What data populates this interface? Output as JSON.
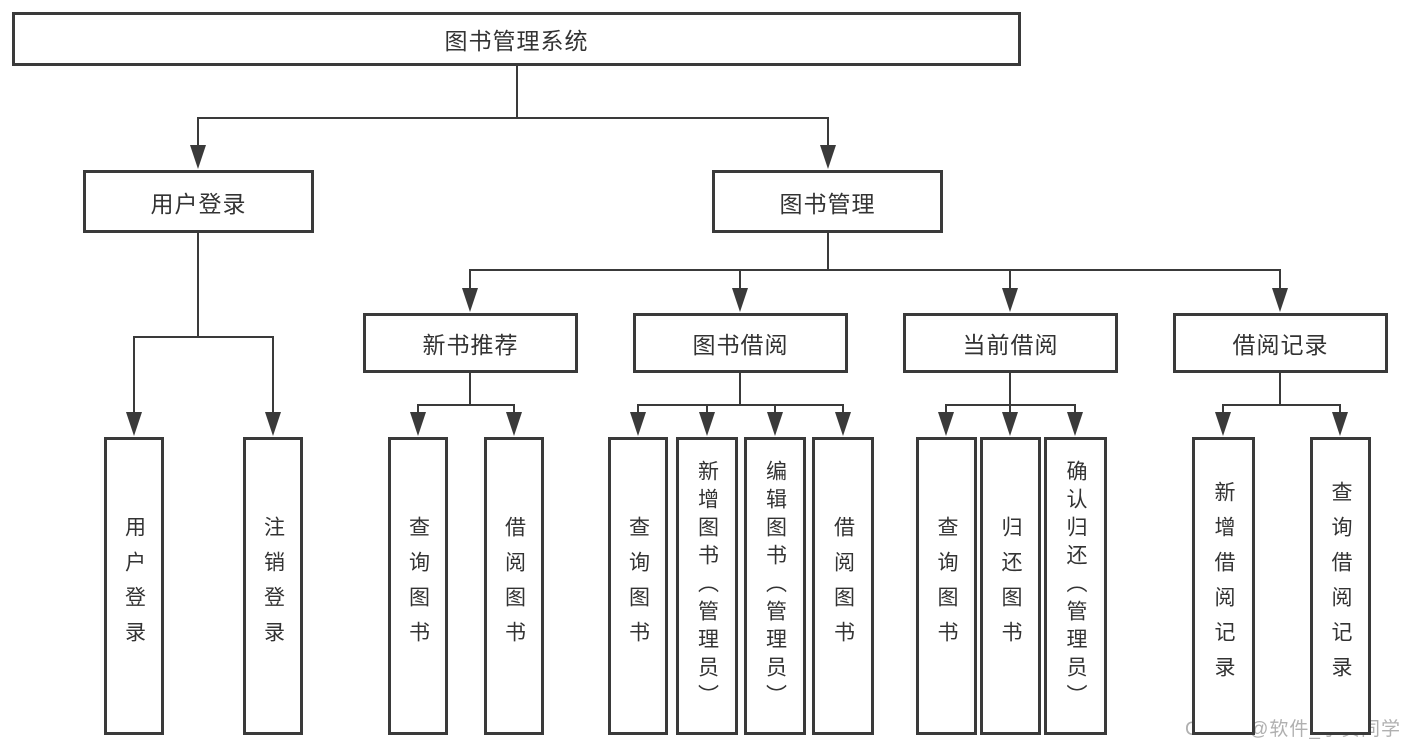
{
  "diagram": {
    "title": "图书管理系统",
    "root": {
      "label": "图书管理系统"
    },
    "level2": [
      {
        "label": "用户登录"
      },
      {
        "label": "图书管理"
      }
    ],
    "level3": [
      {
        "label": "新书推荐"
      },
      {
        "label": "图书借阅"
      },
      {
        "label": "当前借阅"
      },
      {
        "label": "借阅记录"
      }
    ],
    "leaves": [
      {
        "label": "用户登录"
      },
      {
        "label": "注销登录"
      },
      {
        "label": "查询图书"
      },
      {
        "label": "借阅图书"
      },
      {
        "label": "查询图书"
      },
      {
        "label": "新增图书（管理员）"
      },
      {
        "label": "编辑图书（管理员）"
      },
      {
        "label": "借阅图书"
      },
      {
        "label": "查询图书"
      },
      {
        "label": "归还图书"
      },
      {
        "label": "确认归还（管理员）"
      },
      {
        "label": "新增借阅记录"
      },
      {
        "label": "查询借阅记录"
      }
    ]
  },
  "watermark": {
    "text": "CSDN @软件_小贺同学"
  },
  "colors": {
    "line": "#3a3a3a",
    "text": "#333333",
    "watermark": "#b0b0b0",
    "background": "#ffffff"
  }
}
